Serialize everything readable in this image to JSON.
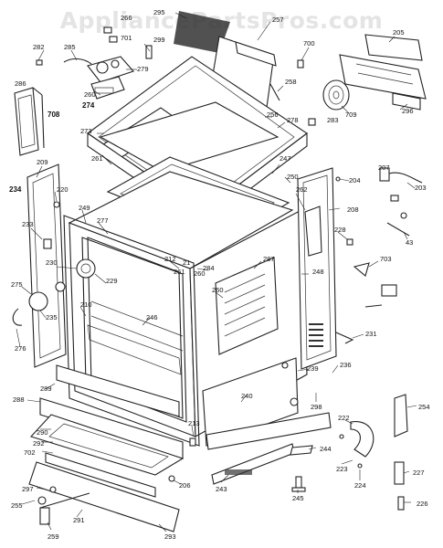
{
  "watermark": "AppliancePartsPros.com",
  "parts": [
    {
      "label": "295",
      "bold": false
    },
    {
      "label": "257",
      "bold": false
    },
    {
      "label": "266",
      "bold": false
    },
    {
      "label": "701",
      "bold": false
    },
    {
      "label": "299",
      "bold": false
    },
    {
      "label": "700",
      "bold": false
    },
    {
      "label": "205",
      "bold": false
    },
    {
      "label": "282",
      "bold": false
    },
    {
      "label": "285",
      "bold": false
    },
    {
      "label": "279",
      "bold": false
    },
    {
      "label": "286",
      "bold": false
    },
    {
      "label": "260",
      "bold": false
    },
    {
      "label": "274",
      "bold": true
    },
    {
      "label": "708",
      "bold": true
    },
    {
      "label": "258",
      "bold": false
    },
    {
      "label": "709",
      "bold": false
    },
    {
      "label": "296",
      "bold": false
    },
    {
      "label": "256",
      "bold": false
    },
    {
      "label": "278",
      "bold": false
    },
    {
      "label": "283",
      "bold": false
    },
    {
      "label": "273",
      "bold": false
    },
    {
      "label": "261",
      "bold": false
    },
    {
      "label": "247",
      "bold": false
    },
    {
      "label": "209",
      "bold": false
    },
    {
      "label": "234",
      "bold": true
    },
    {
      "label": "220",
      "bold": false
    },
    {
      "label": "250",
      "bold": false
    },
    {
      "label": "204",
      "bold": false
    },
    {
      "label": "207",
      "bold": false
    },
    {
      "label": "203",
      "bold": false
    },
    {
      "label": "262",
      "bold": false
    },
    {
      "label": "208",
      "bold": false
    },
    {
      "label": "249",
      "bold": false
    },
    {
      "label": "277",
      "bold": false
    },
    {
      "label": "233",
      "bold": false
    },
    {
      "label": "228",
      "bold": false
    },
    {
      "label": "43",
      "bold": false
    },
    {
      "label": "212",
      "bold": false
    },
    {
      "label": "284",
      "bold": false
    },
    {
      "label": "287",
      "bold": false
    },
    {
      "label": "703",
      "bold": false
    },
    {
      "label": "230",
      "bold": false
    },
    {
      "label": "229",
      "bold": false
    },
    {
      "label": "248",
      "bold": false
    },
    {
      "label": "275",
      "bold": false
    },
    {
      "label": "260",
      "bold": false
    },
    {
      "label": "210",
      "bold": false
    },
    {
      "label": "246",
      "bold": false
    },
    {
      "label": "235",
      "bold": false
    },
    {
      "label": "276",
      "bold": false
    },
    {
      "label": "231",
      "bold": false
    },
    {
      "label": "239",
      "bold": false
    },
    {
      "label": "236",
      "bold": false
    },
    {
      "label": "288",
      "bold": false
    },
    {
      "label": "289",
      "bold": false
    },
    {
      "label": "240",
      "bold": false
    },
    {
      "label": "298",
      "bold": false
    },
    {
      "label": "254",
      "bold": false
    },
    {
      "label": "213",
      "bold": false
    },
    {
      "label": "222",
      "bold": false
    },
    {
      "label": "290",
      "bold": false
    },
    {
      "label": "292",
      "bold": false
    },
    {
      "label": "702",
      "bold": false
    },
    {
      "label": "244",
      "bold": false
    },
    {
      "label": "223",
      "bold": false
    },
    {
      "label": "224",
      "bold": false
    },
    {
      "label": "206",
      "bold": false
    },
    {
      "label": "227",
      "bold": false
    },
    {
      "label": "297",
      "bold": false
    },
    {
      "label": "243",
      "bold": false
    },
    {
      "label": "245",
      "bold": false
    },
    {
      "label": "255",
      "bold": false
    },
    {
      "label": "291",
      "bold": false
    },
    {
      "label": "226",
      "bold": false
    },
    {
      "label": "259",
      "bold": false
    },
    {
      "label": "293",
      "bold": false
    },
    {
      "label": "21",
      "bold": false
    },
    {
      "label": "261",
      "bold": false
    },
    {
      "label": "260",
      "bold": false
    }
  ]
}
